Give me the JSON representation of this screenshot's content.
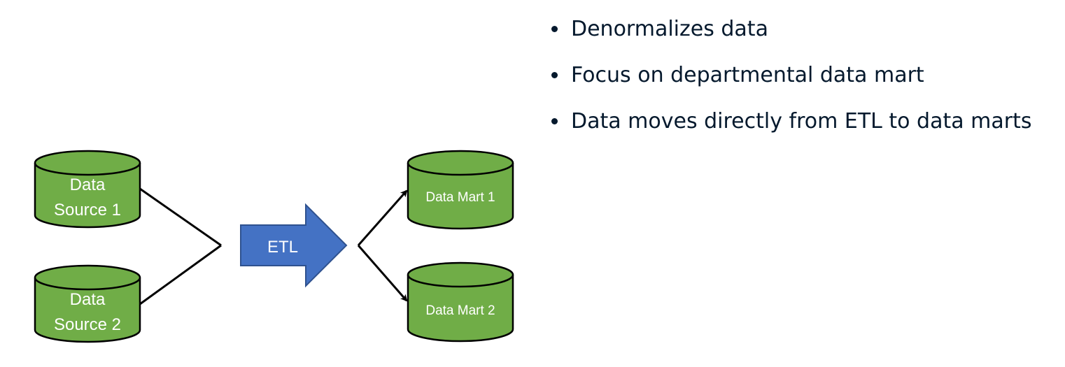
{
  "diagram": {
    "sources": [
      {
        "line1": "Data",
        "line2": "Source 1"
      },
      {
        "line1": "Data",
        "line2": "Source 2"
      }
    ],
    "process": {
      "label": "ETL"
    },
    "marts": [
      {
        "label": "Data Mart 1"
      },
      {
        "label": "Data Mart 2"
      }
    ]
  },
  "bullets": [
    "Denormalizes data",
    "Focus on departmental data mart",
    "Data moves directly from ETL to data marts"
  ],
  "colors": {
    "cylinder_fill": "#70ad47",
    "cylinder_stroke": "#000000",
    "arrow_fill": "#4472c4",
    "text": "#05192d"
  }
}
